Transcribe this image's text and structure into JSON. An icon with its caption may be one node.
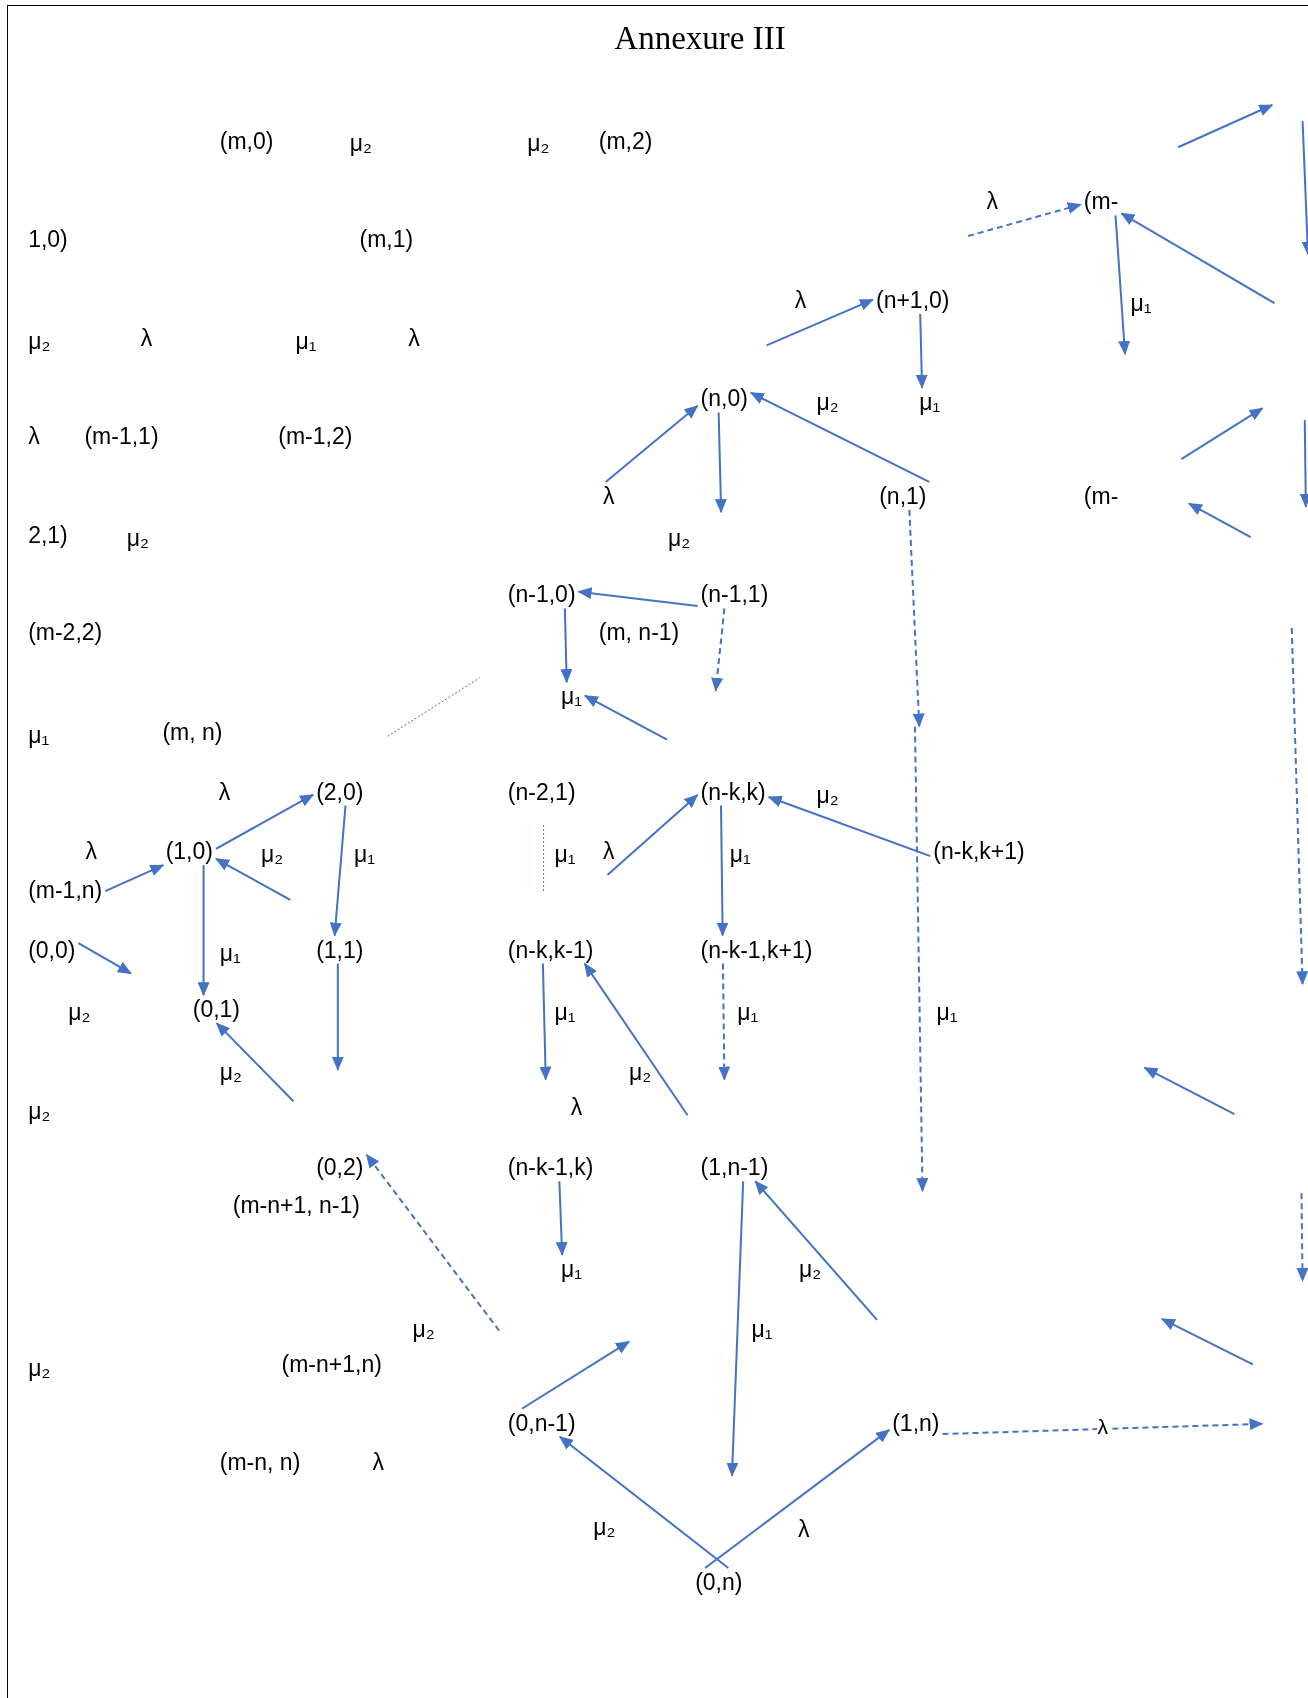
{
  "diagram": {
    "title": "Annexure III",
    "nodes": [
      {
        "text": [
          "(m-"
        ]
      },
      {
        "text": [
          "(n+1,0)"
        ]
      },
      {
        "text": [
          "(n,0)"
        ]
      },
      {
        "text": [
          "(n,1)"
        ]
      },
      {
        "text": [
          "(n-1,0)"
        ]
      },
      {
        "text": [
          "(n-1,1)"
        ]
      },
      {
        "text": [
          "(2,0)"
        ]
      },
      {
        "text": [
          "(n-k,k)"
        ]
      },
      {
        "text": [
          "(1,0)"
        ]
      },
      {
        "text": [
          "(n-k,k+1)"
        ]
      },
      {
        "text": [
          "(m-1,n)"
        ]
      },
      {
        "text": [
          "(0,0)"
        ]
      },
      {
        "text": [
          "(1,1)"
        ]
      },
      {
        "text": [
          "(n-k,k-1)"
        ]
      },
      {
        "text": [
          "(n-k-1,k+1)"
        ]
      },
      {
        "text": [
          "(0,1)"
        ]
      },
      {
        "text": [
          "(0,2)"
        ]
      },
      {
        "text": [
          "(n-k-1,k)"
        ]
      },
      {
        "text": [
          "(1,n-1)"
        ]
      },
      {
        "text": [
          "(0,n-1)"
        ]
      },
      {
        "text": [
          "(1,n)"
        ]
      },
      {
        "text": [
          "(0,n)"
        ]
      },
      {
        "text": [
          "μ₁"
        ]
      },
      {
        "text": [
          "λ"
        ]
      },
      {
        "text": [
          "μ₁"
        ]
      },
      {
        "text": [
          "μ₁"
        ]
      }
    ],
    "edges": [
      {
        "from": null,
        "to": 0,
        "arrow": "to",
        "style": "dashed"
      },
      {
        "from": 0,
        "to": null,
        "arrow": "to"
      },
      {
        "from": null,
        "to": 0,
        "arrow": "to"
      },
      {
        "from": null,
        "to": 1,
        "arrow": "to"
      },
      {
        "from": 1,
        "to": 22,
        "arrow": "to"
      },
      {
        "from": 3,
        "to": 2,
        "arrow": "to"
      },
      {
        "from": 23,
        "to": 2,
        "arrow": "to"
      },
      {
        "from": 2,
        "to": null,
        "arrow": "to"
      },
      {
        "from": 5,
        "to": 4,
        "arrow": "to"
      },
      {
        "from": 5,
        "to": null,
        "arrow": "to",
        "style": "dashed"
      },
      {
        "from": 3,
        "to": null,
        "arrow": "to",
        "style": "dashed"
      },
      {
        "from": 4,
        "to": 24,
        "arrow": "to"
      },
      {
        "from": null,
        "to": 7,
        "arrow": "to"
      },
      {
        "from": 7,
        "to": 14,
        "arrow": "to"
      },
      {
        "from": 9,
        "to": 7,
        "arrow": "to"
      },
      {
        "from": 8,
        "to": 6,
        "arrow": "to"
      },
      {
        "from": 6,
        "to": 12,
        "arrow": "to"
      },
      {
        "from": 10,
        "to": 8,
        "arrow": "to"
      },
      {
        "from": null,
        "to": 8,
        "arrow": "to"
      },
      {
        "from": 8,
        "to": 15,
        "arrow": "to"
      },
      {
        "from": 11,
        "to": null,
        "arrow": "to"
      },
      {
        "from": 12,
        "to": null,
        "arrow": "to"
      },
      {
        "from": 13,
        "to": null,
        "arrow": "to"
      },
      {
        "from": null,
        "to": 13,
        "arrow": "to"
      },
      {
        "from": 14,
        "to": null,
        "arrow": "to",
        "style": "dashed"
      },
      {
        "from": null,
        "to": 15,
        "arrow": "to"
      },
      {
        "from": null,
        "to": 16,
        "arrow": "to",
        "style": "dashed"
      },
      {
        "from": 17,
        "to": 25,
        "arrow": "to"
      },
      {
        "from": null,
        "to": 18,
        "arrow": "to"
      },
      {
        "from": 18,
        "to": null,
        "arrow": "to"
      },
      {
        "from": 19,
        "to": null,
        "arrow": "to"
      },
      {
        "from": 21,
        "to": 19,
        "arrow": "to"
      },
      {
        "from": 21,
        "to": 20,
        "arrow": "to"
      },
      {
        "from": 20,
        "to": null,
        "arrow": "to",
        "style": "dashed",
        "label": "λ"
      },
      {
        "from": null,
        "to": 24,
        "arrow": "to"
      }
    ],
    "labels": [
      "(m,0)",
      "μ₂",
      "μ₂",
      "(m,2)",
      "λ",
      "1,0)",
      "(m,1)",
      "λ",
      "μ₁",
      "μ₂",
      "λ",
      "μ₁",
      "λ",
      "μ₂",
      "λ",
      "(m-1,1)",
      "(m-1,2)",
      "(m-",
      "2,1)",
      "μ₂",
      "μ₂",
      "(m-2,2)",
      "(m, n-1)",
      "μ₁",
      "(m, n)",
      "λ",
      "(n-2,1)",
      "μ₂",
      "λ",
      "μ₂",
      "μ₁",
      "μ₁",
      "λ",
      "μ₁",
      "μ₁",
      "μ₂",
      "μ₁",
      "μ₁",
      "μ₁",
      "μ₂",
      "μ₂",
      "μ₂",
      "λ",
      "(m-n+1, n-1)",
      "μ₂",
      "μ₂",
      "μ₁",
      "μ₂",
      "(m-n+1,n)",
      "(m-n, n)",
      "λ",
      "μ₂",
      "λ"
    ]
  }
}
